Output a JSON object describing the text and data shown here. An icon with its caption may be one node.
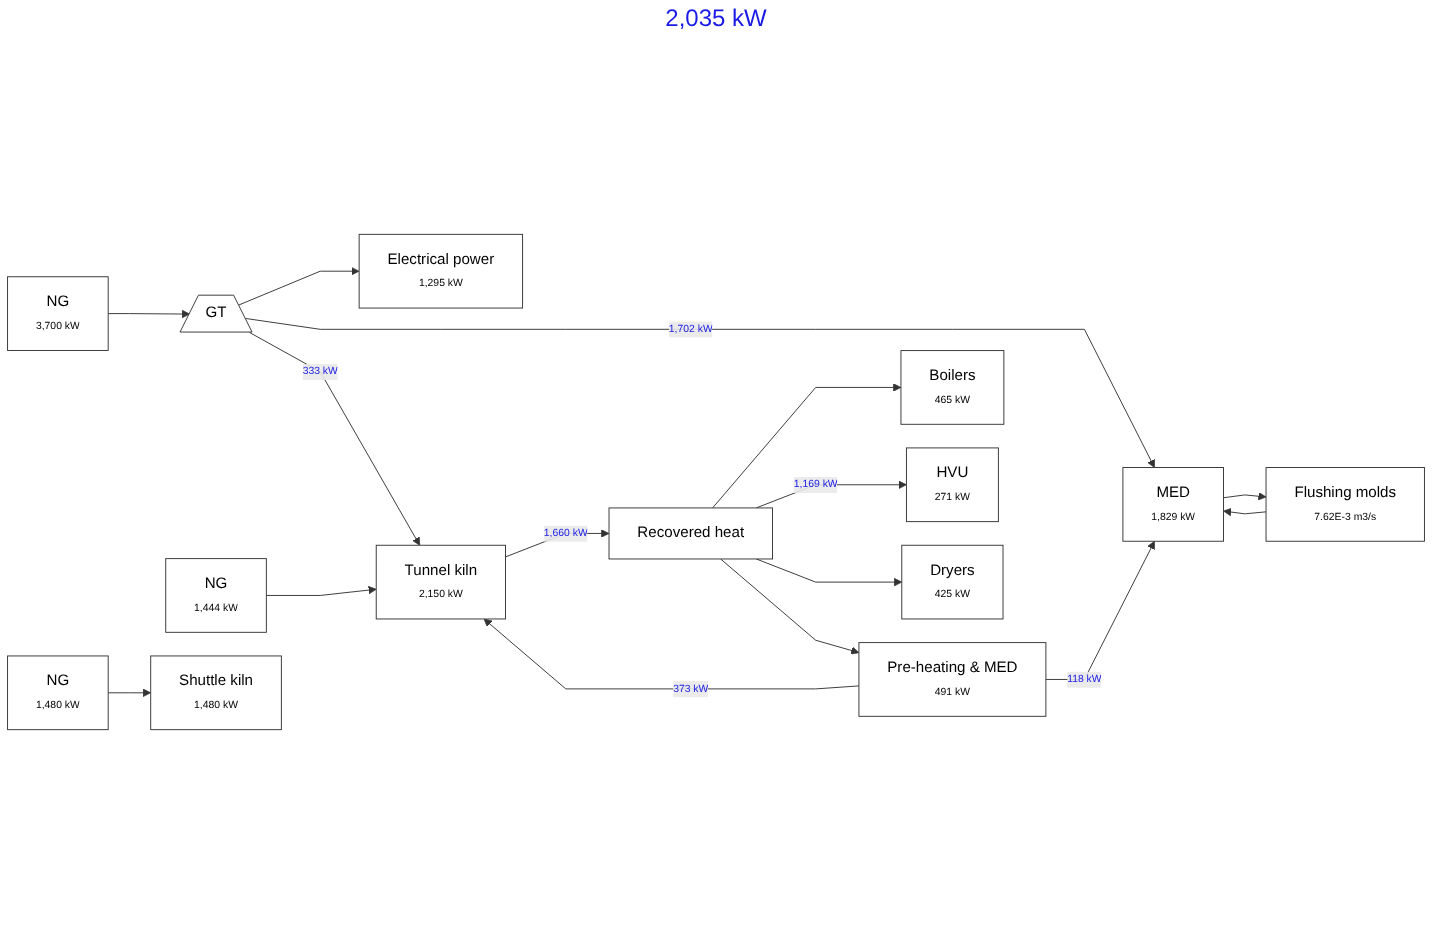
{
  "diagram": {
    "nodes": [
      {
        "text": [
          "NG",
          "3,700 kW"
        ]
      },
      {
        "text": [
          "GT"
        ]
      },
      {
        "text": [
          "Electrical power",
          "1,295 kW"
        ]
      },
      {
        "text": [
          "MED",
          "1,829 kW"
        ]
      },
      {
        "text": [
          "Flushing molds",
          "7.62E-3 m3/s"
        ]
      },
      {
        "text": [
          "Pre-heating & MED",
          "491 kW"
        ]
      },
      {
        "text": [
          "NG",
          "1,444 kW"
        ]
      },
      {
        "text": [
          "Tunnel kiln",
          "2,150 kW"
        ]
      },
      {
        "text": [
          "Recovered heat"
        ]
      },
      {
        "text": [
          "Boilers",
          "465 kW"
        ]
      },
      {
        "text": [
          "HVU",
          "271 kW"
        ]
      },
      {
        "text": [
          "Dryers",
          "425 kW"
        ]
      },
      {
        "text": [
          "NG",
          "1,480 kW"
        ]
      },
      {
        "text": [
          "Shuttle kiln",
          "1,480 kW"
        ]
      }
    ],
    "edges": [
      {
        "from": 0,
        "to": 1,
        "arrow": "to"
      },
      {
        "from": 1,
        "to": 2,
        "arrow": "to"
      },
      {
        "from": 1,
        "to": 3,
        "arrow": "to",
        "label": "1,702 kW"
      },
      {
        "from": 1,
        "to": 7,
        "arrow": "to",
        "label": "333 kW"
      },
      {
        "from": 3,
        "to": 4,
        "arrow": "to"
      },
      {
        "from": 4,
        "to": 3,
        "arrow": "to"
      },
      {
        "from": 5,
        "to": 3,
        "arrow": "to",
        "label": "118 kW"
      },
      {
        "from": 5,
        "to": 7,
        "arrow": "to",
        "label": "373 kW"
      },
      {
        "from": 6,
        "to": 7,
        "arrow": "to"
      },
      {
        "from": 7,
        "to": 8,
        "arrow": "to",
        "label": "1,660 kW"
      },
      {
        "from": 8,
        "to": 5,
        "arrow": "to"
      },
      {
        "from": 8,
        "to": 9,
        "arrow": "to"
      },
      {
        "from": 8,
        "to": 10,
        "arrow": "to",
        "label": "1,169 kW"
      },
      {
        "from": 8,
        "to": 11,
        "arrow": "to"
      },
      {
        "from": 12,
        "to": 13,
        "arrow": "to"
      }
    ],
    "labels": [
      "2,035 kW"
    ]
  }
}
